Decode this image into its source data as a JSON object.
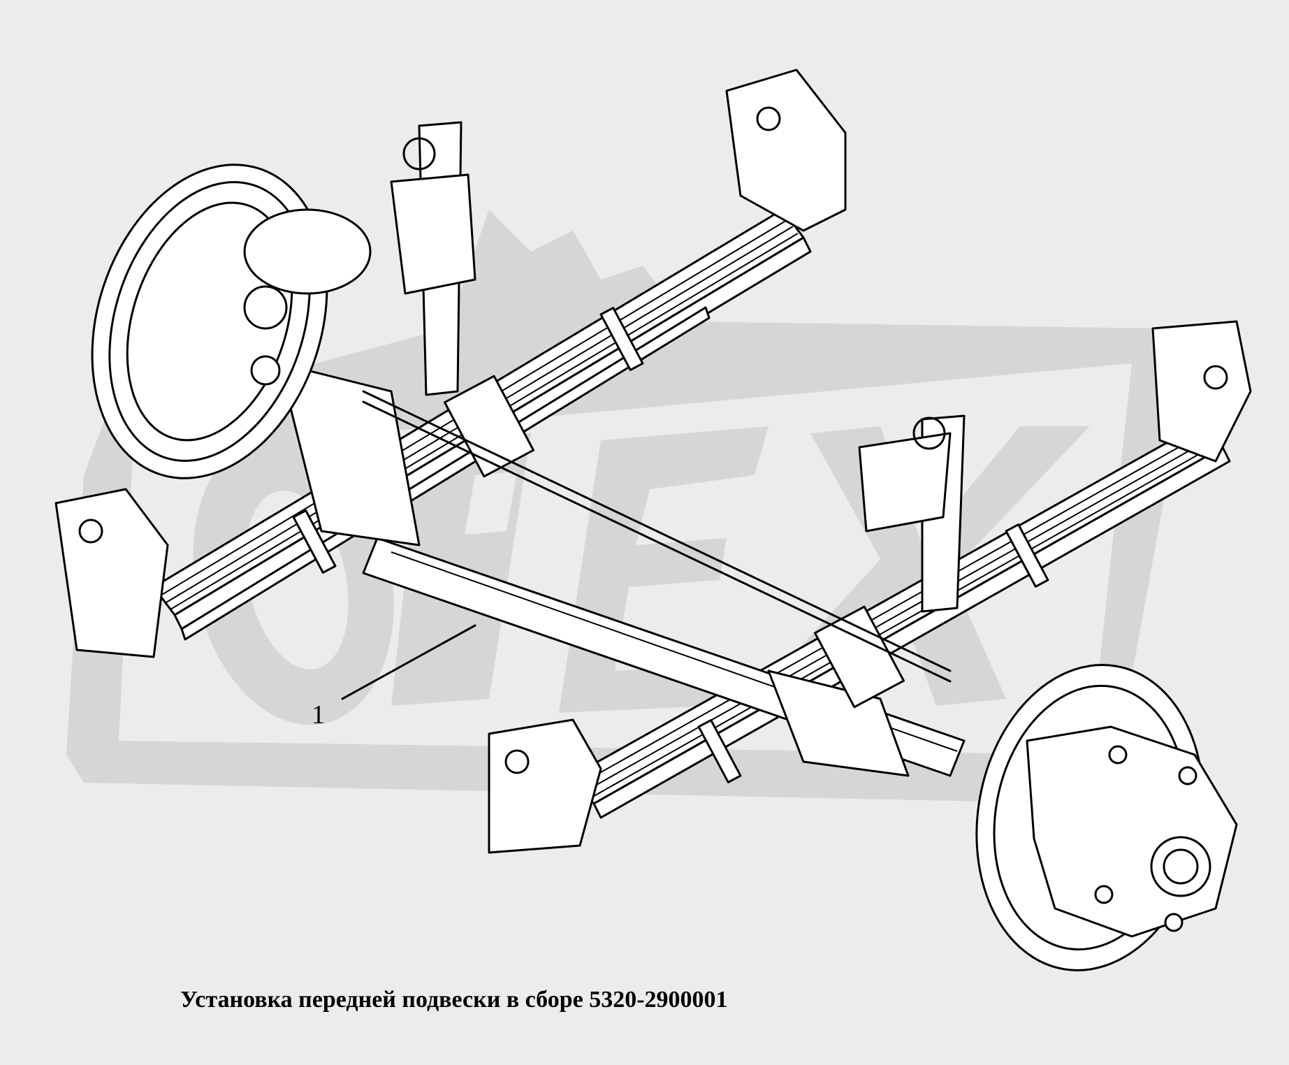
{
  "caption": "Установка передней подвески в сборе  5320-2900001",
  "callouts": [
    {
      "number": "1"
    }
  ],
  "watermark": {
    "text": "OPEX",
    "color": "#d6d6d6"
  },
  "colors": {
    "background": "#ececec",
    "line": "#000000",
    "part_fill": "#ffffff"
  }
}
